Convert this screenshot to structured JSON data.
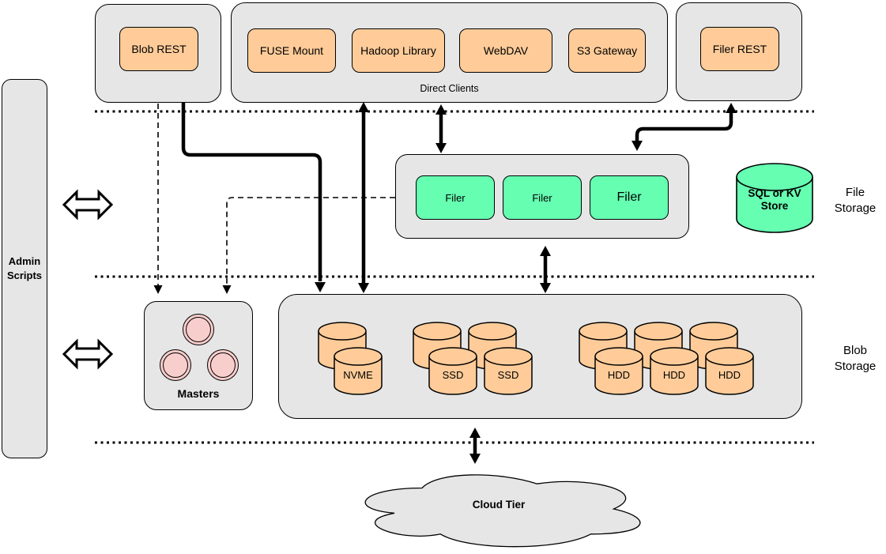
{
  "colors": {
    "container_fill": "#E6E6E6",
    "client_fill": "#FFCC99",
    "filer_fill": "#66FFB2",
    "master_fill": "#F8CECC",
    "stroke": "#000000"
  },
  "admin_scripts": {
    "label": "Admin Scripts"
  },
  "clients": {
    "blob_rest": "Blob REST",
    "direct": {
      "label": "Direct Clients",
      "items": [
        "FUSE Mount",
        "Hadoop Library",
        "WebDAV",
        "S3 Gateway"
      ]
    },
    "filer_rest": "Filer REST"
  },
  "file_storage": {
    "section_label": "File Storage",
    "filers": [
      "Filer",
      "Filer",
      "Filer"
    ],
    "metadata_store": "SQL or KV Store"
  },
  "masters": {
    "label": "Masters",
    "node_count": 3
  },
  "blob_storage": {
    "section_label": "Blob Storage",
    "disk_groups": [
      {
        "type": "nvme",
        "disks": [
          "NVME"
        ]
      },
      {
        "type": "ssd",
        "disks": [
          "SSD",
          "SSD"
        ]
      },
      {
        "type": "hdd",
        "disks": [
          "HDD",
          "HDD",
          "HDD"
        ]
      }
    ]
  },
  "cloud": {
    "label": "Cloud Tier"
  }
}
